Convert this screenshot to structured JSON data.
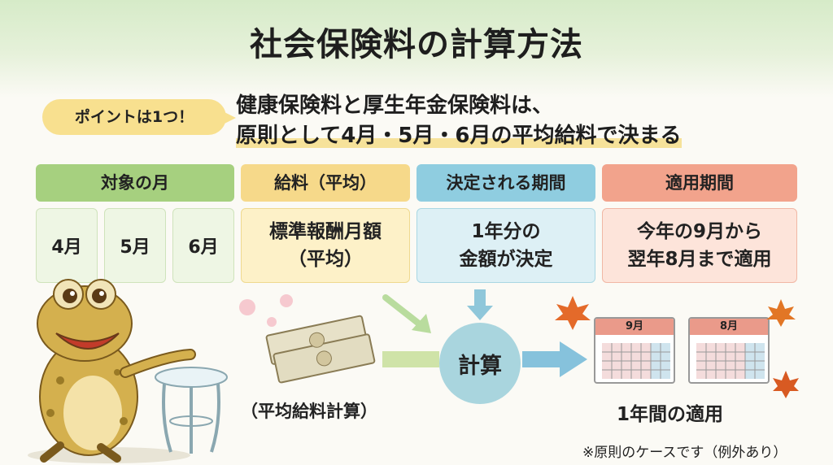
{
  "title": "社会保険料の計算方法",
  "point_badge": "ポイントは1つ！",
  "point_line1": "健康保険料と厚生年金保険料は、",
  "point_line2": "原則として4月・5月・6月の平均給料で決まる",
  "columns": {
    "target_months": {
      "header": "対象の月",
      "months": [
        "4月",
        "5月",
        "6月"
      ],
      "color": "#a6d07f"
    },
    "salary": {
      "header": "給料（平均）",
      "line1": "標準報酬月額",
      "line2": "（平均）",
      "color": "#f6d98a"
    },
    "decided_period": {
      "header": "決定される期間",
      "line1": "1年分の",
      "line2": "金額が決定",
      "color": "#8fcde0"
    },
    "applied_period": {
      "header": "適用期間",
      "line1": "今年の9月から",
      "line2": "翌年8月まで適用",
      "color": "#f2a38c"
    }
  },
  "calc_label": "計算",
  "avg_caption": "（平均給料計算）",
  "calendar_sep": "9月",
  "calendar_aug": "8月",
  "applied_caption": "1年間の適用",
  "footnote": "※原則のケースです（例外あり）"
}
